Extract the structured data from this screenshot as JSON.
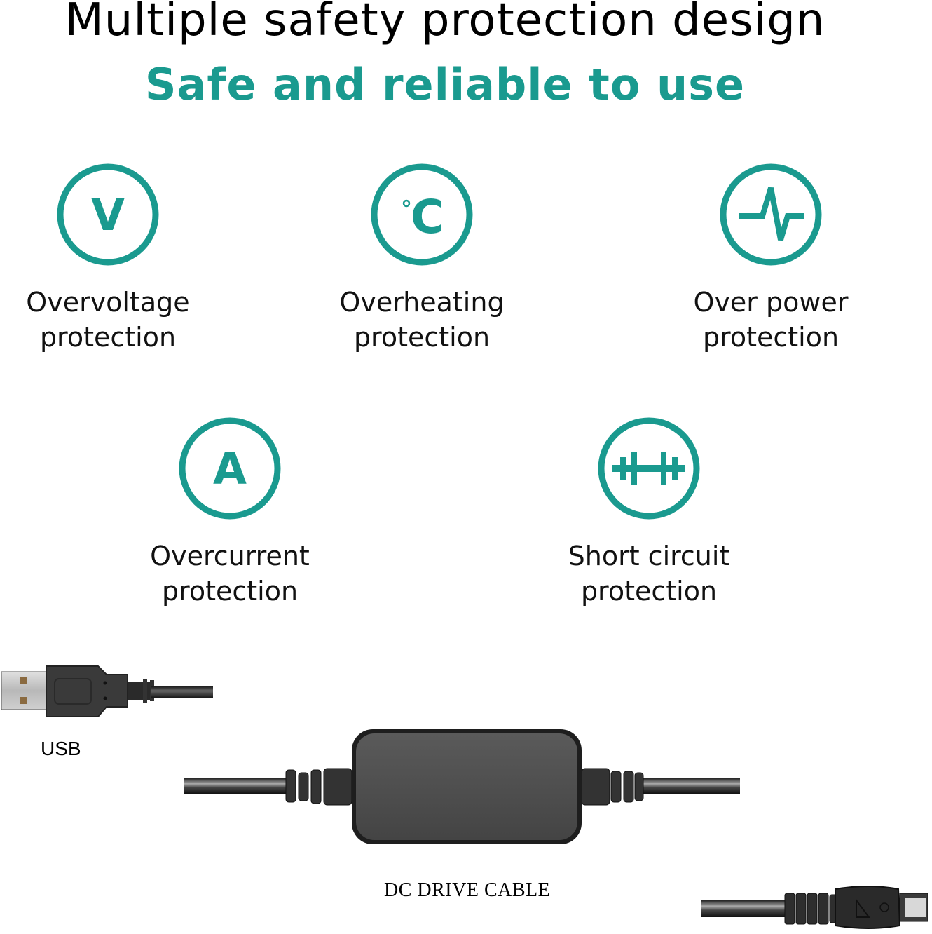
{
  "header": {
    "title": "Multiple safety protection design",
    "subtitle": "Safe and reliable to use"
  },
  "colors": {
    "accent": "#1a9a8f",
    "text": "#000000",
    "device": "#4a4a4a"
  },
  "features": [
    {
      "icon": "voltage-v-icon",
      "symbol": "V",
      "label_line1": "Overvoltage",
      "label_line2": "protection"
    },
    {
      "icon": "temperature-celsius-icon",
      "symbol": "°C",
      "label_line1": "Overheating",
      "label_line2": "protection"
    },
    {
      "icon": "pulse-waveform-icon",
      "symbol": "",
      "label_line1": "Over power",
      "label_line2": "protection"
    },
    {
      "icon": "current-a-icon",
      "symbol": "A",
      "label_line1": "Overcurrent",
      "label_line2": "protection"
    },
    {
      "icon": "short-circuit-icon",
      "symbol": "",
      "label_line1": "Short circuit",
      "label_line2": "protection"
    }
  ],
  "product": {
    "usb_label": "USB",
    "cable_label": "DC DRIVE CABLE"
  }
}
